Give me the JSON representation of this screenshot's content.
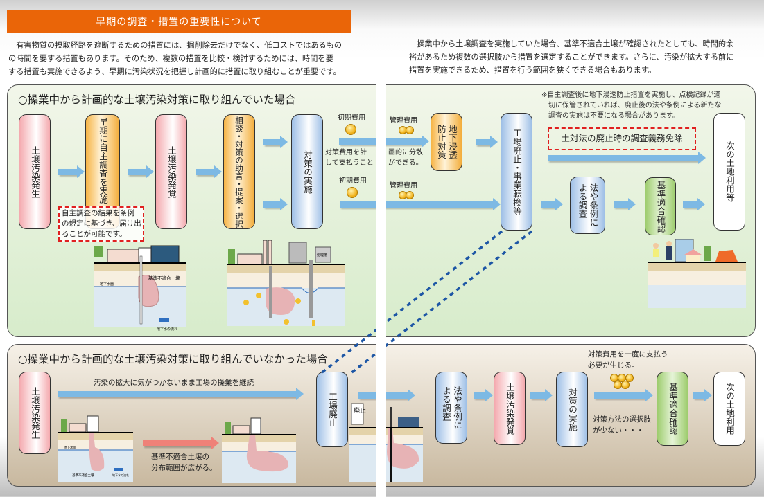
{
  "header": {
    "title": "早期の調査・措置の重要性について"
  },
  "intro": {
    "left": "　有害物質の摂取経路を遮断するための措置には、掘削除去だけでなく、低コストではあるもの\nの時間を要する措置もあります。そのため、複数の措置を比較・検討するためには、時間を要\nする措置も実施できるよう、早期に汚染状況を把握し計画的に措置に取り組むことが重要です。",
    "right": "　操業中から土壌調査を実施していた場合、基準不適合土壌が確認されたとしても、時間的余\n裕があるため複数の選択肢から措置を選定することができます。さらに、汚染が拡大する前に\n措置を実施できるため、措置を行う範囲を狭くできる場合もあります。"
  },
  "planned": {
    "title": "○操業中から計画的な土壌汚染対策に取り組んでいた場合",
    "boxes": [
      "土壌汚染発生",
      "早期に自主調査を実施",
      "土壌汚染発覚",
      "相談・対策の助言・提案・選択",
      "対策の実施",
      "地下浸透\n防止対策",
      "工場廃止・事業転換等",
      "法や条例に\nよる調査",
      "基準適合確認",
      "次の土地利用等"
    ],
    "self_survey_note": "自主調査の結果を条例\nの規定に基づき、届け出\nることが可能です。",
    "initial_cost_1": "初期費用",
    "initial_cost_2": "初期費用",
    "mgmt_cost_1": "管理費用",
    "mgmt_cost_2": "管理費用",
    "cost_text_a": "対策費用を計\nして支払うこと",
    "cost_text_b": "画的に分散\nができる。",
    "footnote": "※自主調査後に地下浸透防止措置を実施し、点検記録が適\n　切に保管されていれば、廃止後の法や条例による新たな\n　調査の実施は不要になる場合があります。",
    "exemption": "土対法の廃止時の調査義務免除",
    "scene_labels": {
      "contaminated_soil": "基準不適合土壌",
      "water_table": "地下水面",
      "groundwater_flow": "地下水の流れ",
      "treatment_tank": "処理槽"
    }
  },
  "unplanned": {
    "title": "○操業中から計画的な土壌汚染対策に取り組んでいなかった場合",
    "boxes": [
      "土壌汚染発生",
      "工場廃止",
      "法や条例に\nよる調査",
      "土壌汚染発覚",
      "対策の実施",
      "基準適合確認",
      "次の土地利用"
    ],
    "continue_text": "汚染の拡大に気がつかないまま工場の操業を継続",
    "spread_text": "基準不適合土壌の\n分布範囲が広がる。",
    "lump_sum_text": "対策費用を一度に支払う\n必要が生じる。",
    "few_options_text": "対策方法の選択肢\nが少ない・・・",
    "closed_sign": "廃止",
    "scene_labels": {
      "contaminated_soil": "基準不適合土壌",
      "water_table": "地下水面",
      "groundwater_flow": "地下水の流れ"
    }
  },
  "colors": {
    "banner": "#ea6508",
    "arrow": "#7db9e4",
    "dash": "#e02020"
  }
}
